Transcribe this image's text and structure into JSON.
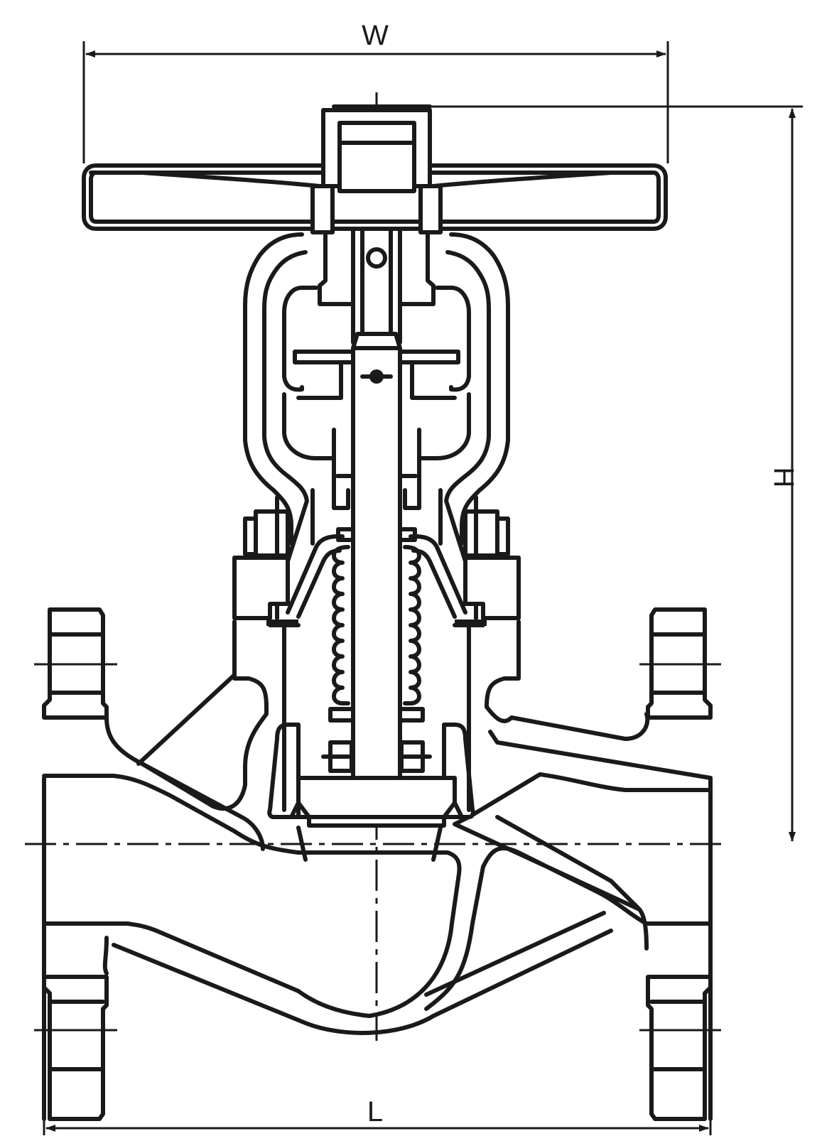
{
  "drawing": {
    "labels": {
      "width": "W",
      "height": "H",
      "length": "L"
    },
    "line_color": "#1a1a1a",
    "background": "#ffffff"
  }
}
